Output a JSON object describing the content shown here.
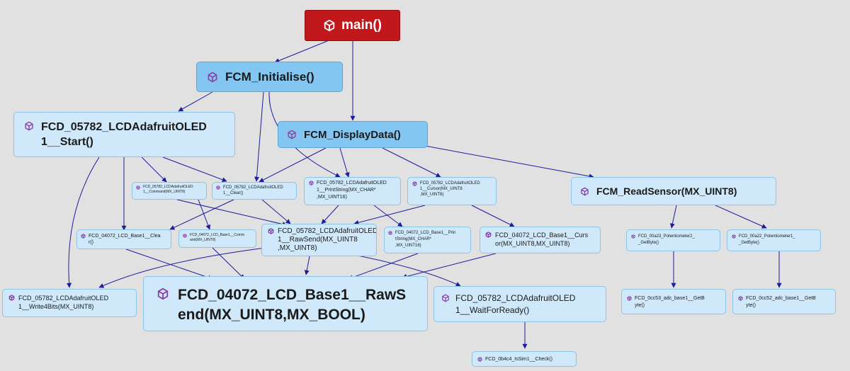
{
  "icon": "function-cube-icon",
  "colors": {
    "background": "#e1e1e1",
    "node": "#cfe9fb",
    "node_highlight": "#84c6f2",
    "main": "#c0181b",
    "edge": "#1c1c9c"
  },
  "nodes": {
    "main": "main()",
    "init": "FCM_Initialise()",
    "start": "FCD_05782_LCDAdafruitOLED\n1__Start()",
    "display": "FCM_DisplayData()",
    "cmd": "FCD_05782_LCDAdafruitOLED\n1__Command(MX_UINT8)",
    "clear05782": "FCD_05782_LCDAdafruitOLED\n1__Clear()",
    "printstr05782": "FCD_05782_LCDAdafruitOLED\n1__PrintString(MX_CHAR*\n,MX_UINT16)",
    "cursor05782": "FCD_05782_LCDAdafruitOLED\n1__Cursor(MX_UINT8\n,MX_UINT8)",
    "readsensor": "FCM_ReadSensor(MX_UINT8)",
    "clear04072": "FCD_04072_LCD_Base1__Clea\nr()",
    "command04072": "FCD_04072_LCD_Base1__Comm\nand(MX_UINT8)",
    "rawsend05782": "FCD_05782_LCDAdafruitOLED\n1__RawSend(MX_UINT8\n,MX_UINT8)",
    "printstr04072": "FCD_04072_LCD_Base1__Prin\ntString(MX_CHAR*\n,MX_UINT16)",
    "cursor04072": "FCD_04072_LCD_Base1__Curs\nor(MX_UINT8,MX_UINT8)",
    "pot2": "FCD_00a23_Potentiometer2_\n_GetByte()",
    "pot1": "FCD_00a22_Potentiometer1_\n_GetByte()",
    "write4": "FCD_05782_LCDAdafruitOLED\n1__Write4Bits(MX_UINT8)",
    "rawsend04072": "FCD_04072_LCD_Base1__RawS\nend(MX_UINT8,MX_BOOL)",
    "waitready": "FCD_05782_LCDAdafruitOLED\n1__WaitForReady()",
    "adc53": "FCD_0cc53_adc_base1__GetB\nyte()",
    "adc52": "FCD_0cc52_adc_base1__GetB\nyte()",
    "issim": "FCD_0b4c4_IsSim1__Check()"
  }
}
